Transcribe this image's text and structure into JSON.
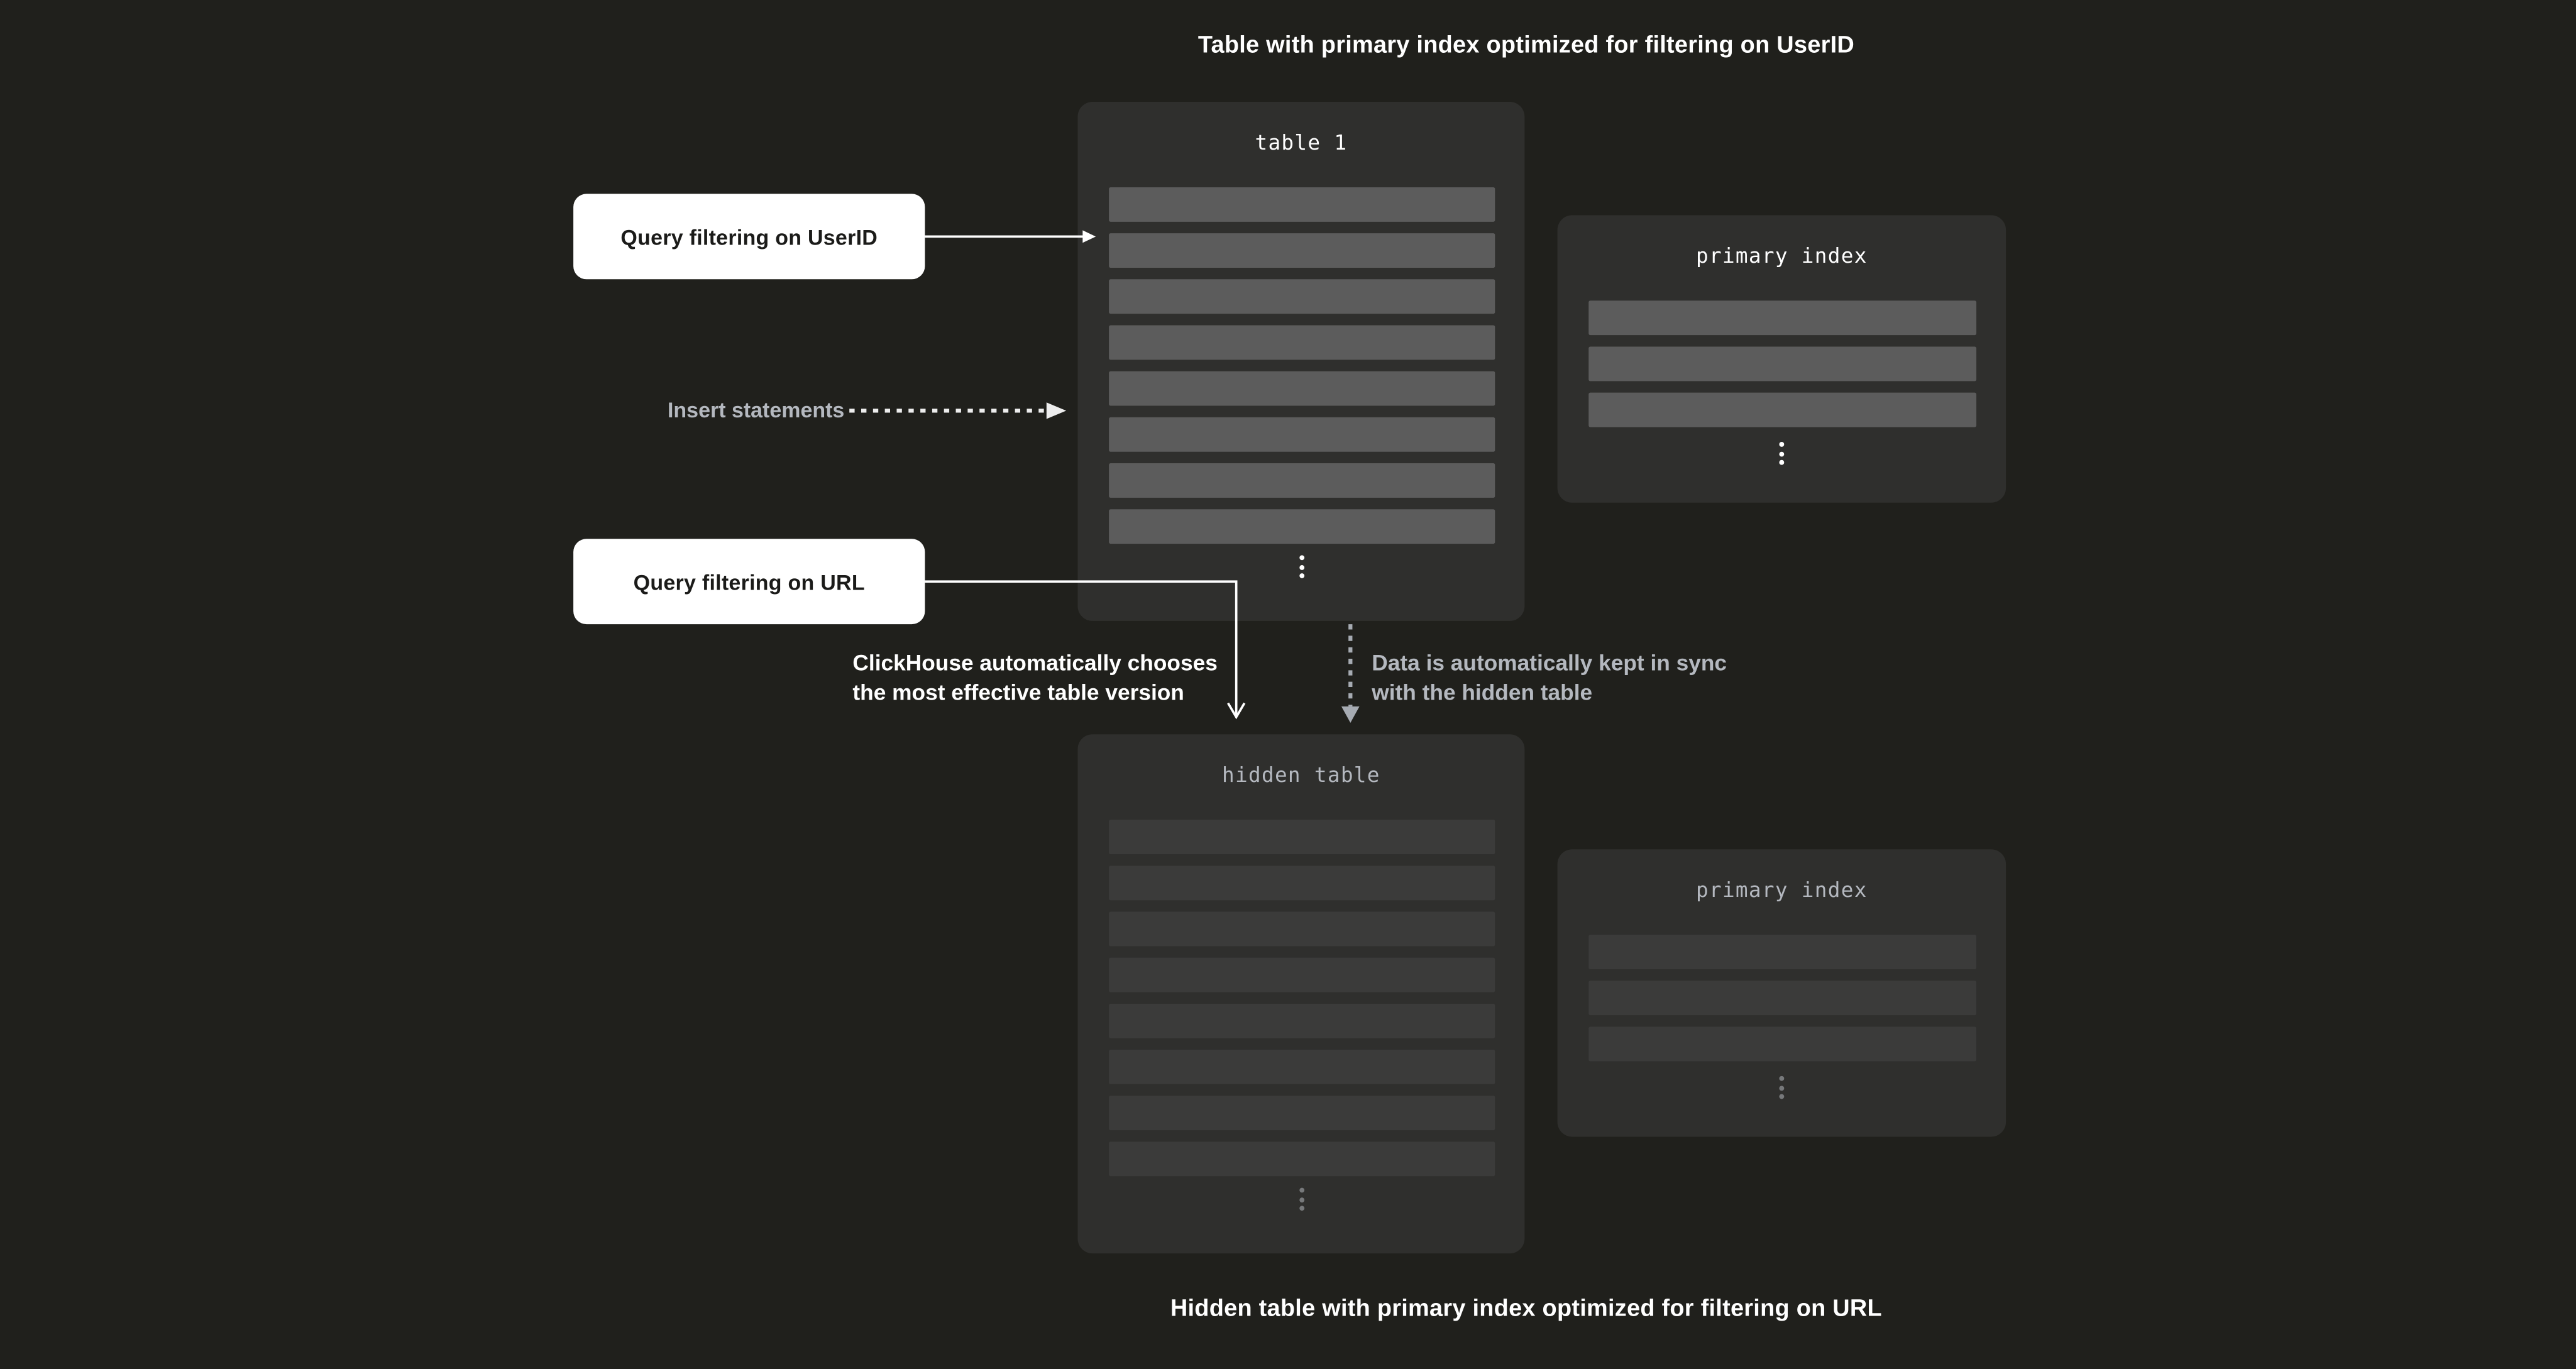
{
  "titles": {
    "top": "Table with primary index optimized for filtering on UserID",
    "bottom": "Hidden table with primary index optimized for filtering on URL"
  },
  "labels": {
    "query_userid": "Query filtering on UserID",
    "query_url": "Query filtering on URL",
    "insert": "Insert statements",
    "clickhouse_note_line1": "ClickHouse automatically chooses",
    "clickhouse_note_line2": "the most effective table version",
    "sync_note_line1": "Data is automatically kept in sync",
    "sync_note_line2": "with the hidden table"
  },
  "panels": {
    "table1": {
      "title": "table 1",
      "row_count": 8
    },
    "primary_index_top": {
      "title": "primary index",
      "row_count": 3
    },
    "hidden_table": {
      "title": "hidden table",
      "row_count": 8
    },
    "primary_index_bottom": {
      "title": "primary index",
      "row_count": 3
    }
  },
  "colors": {
    "background": "#20201c",
    "panel": "#2f2f2d",
    "row_bright": "#5c5c5c",
    "row_dim": "#3b3b3a",
    "white": "#ffffff",
    "text_light": "#b4b8bf",
    "text_dark": "#1b1b19",
    "dots_dim": "#77797b",
    "arrow_gray": "#a6abb2",
    "dash_white": "#ededed"
  }
}
